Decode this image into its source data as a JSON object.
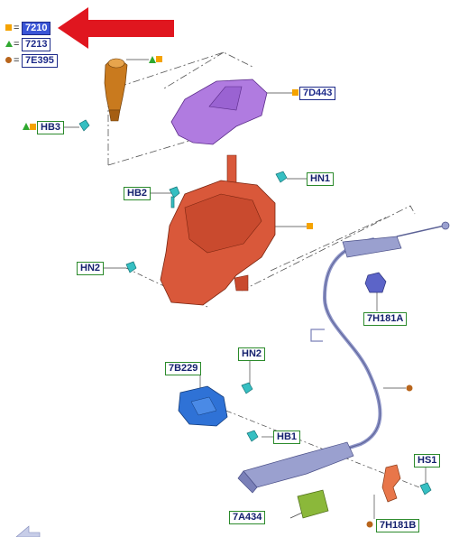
{
  "legend": [
    {
      "symbol": "square",
      "code": "7210"
    },
    {
      "symbol": "triangle",
      "code": "7213"
    },
    {
      "symbol": "circle",
      "code": "7E395"
    }
  ],
  "legend_equals": "=",
  "colors": {
    "square": "#f5a300",
    "triangle": "#2fa82f",
    "circle": "#b8651c",
    "label_border": "#1d2a8a",
    "arrow": "#e0161f",
    "knob": "#c97a1e",
    "boot": "#b07be0",
    "shifter": "#d9583a",
    "bracket": "#2f72d6",
    "fastener": "#36bfc2",
    "cable": "#8e95c8",
    "clip_orange": "#e8764a",
    "module": "#8bb83a"
  },
  "labels": {
    "hb3": "HB3",
    "d443": "7D443",
    "hn1": "HN1",
    "hb2": "HB2",
    "hn2_top": "HN2",
    "h181a": "7H181A",
    "b229": "7B229",
    "hn2_low": "HN2",
    "hb1": "HB1",
    "hs1": "HS1",
    "a434": "7A434",
    "h181b": "7H181B"
  },
  "icons": {
    "callout_arrow": "red-arrow-icon",
    "corner": "navigation-arrow-icon"
  }
}
